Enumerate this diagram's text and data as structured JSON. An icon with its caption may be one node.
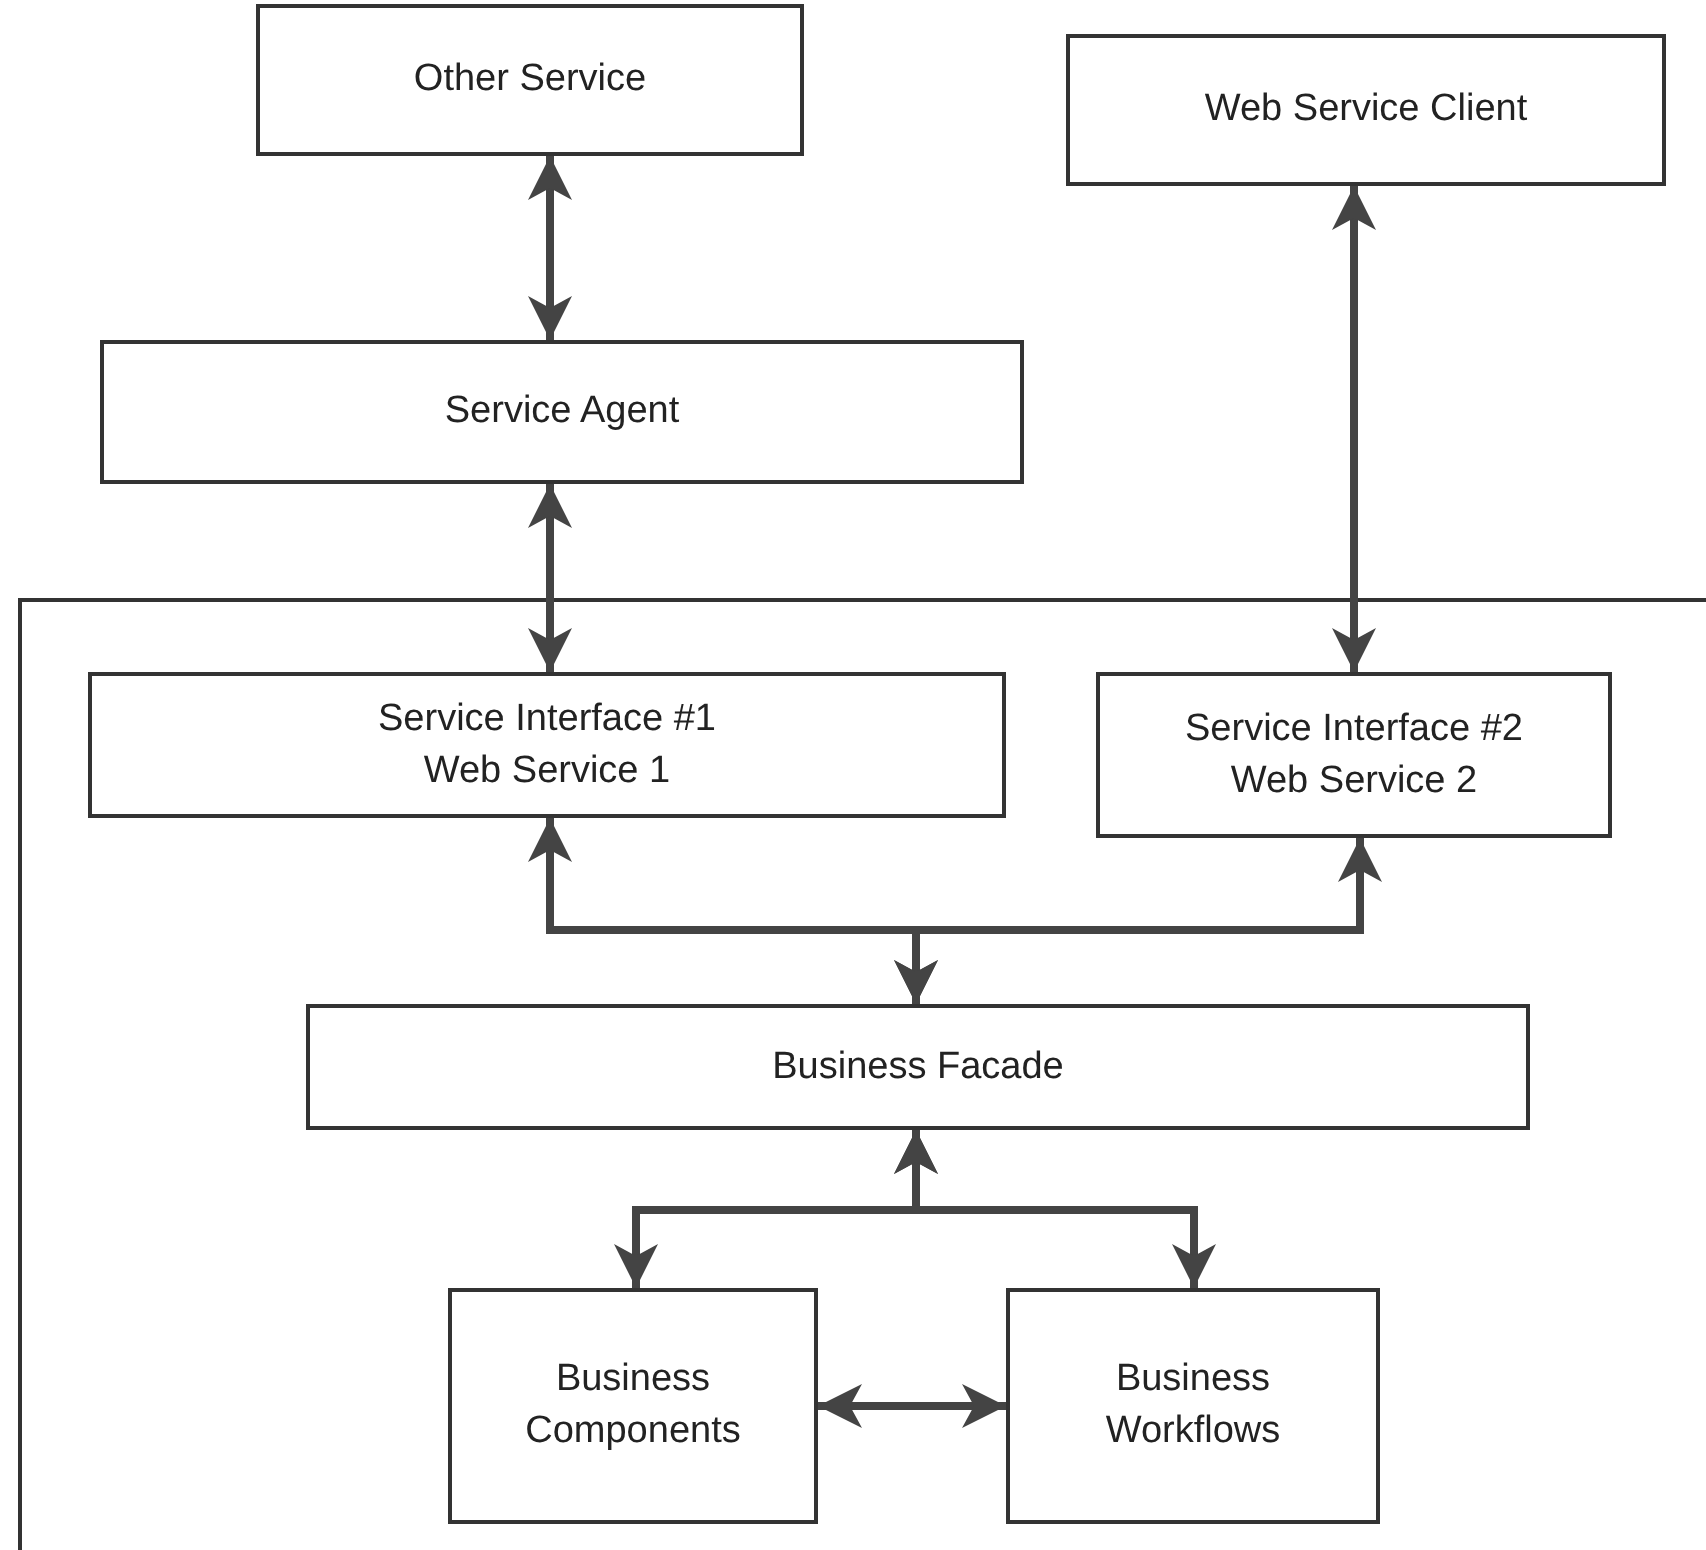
{
  "diagram": {
    "nodes": [
      {
        "text": [
          "Other Service"
        ]
      },
      {
        "text": [
          "Web Service Client"
        ]
      },
      {
        "text": [
          "Service Agent"
        ]
      },
      {
        "text": [
          "Service Interface #1",
          "Web Service 1"
        ]
      },
      {
        "text": [
          "Service Interface #2",
          "Web Service 2"
        ]
      },
      {
        "text": [
          "Business Facade"
        ]
      },
      {
        "text": [
          "Business Components"
        ]
      },
      {
        "text": [
          "Business Workflows"
        ]
      }
    ],
    "edges": [
      {
        "from": 0,
        "to": 2,
        "arrow": "both"
      },
      {
        "from": 2,
        "to": 3,
        "arrow": "both"
      },
      {
        "from": 1,
        "to": 4,
        "arrow": "both"
      },
      {
        "from": 3,
        "to": 5,
        "arrow": "both"
      },
      {
        "from": 4,
        "to": 5,
        "arrow": "both"
      },
      {
        "from": 5,
        "to": 6,
        "arrow": "both"
      },
      {
        "from": 5,
        "to": 7,
        "arrow": "both"
      },
      {
        "from": 6,
        "to": 7,
        "arrow": "both"
      }
    ]
  }
}
